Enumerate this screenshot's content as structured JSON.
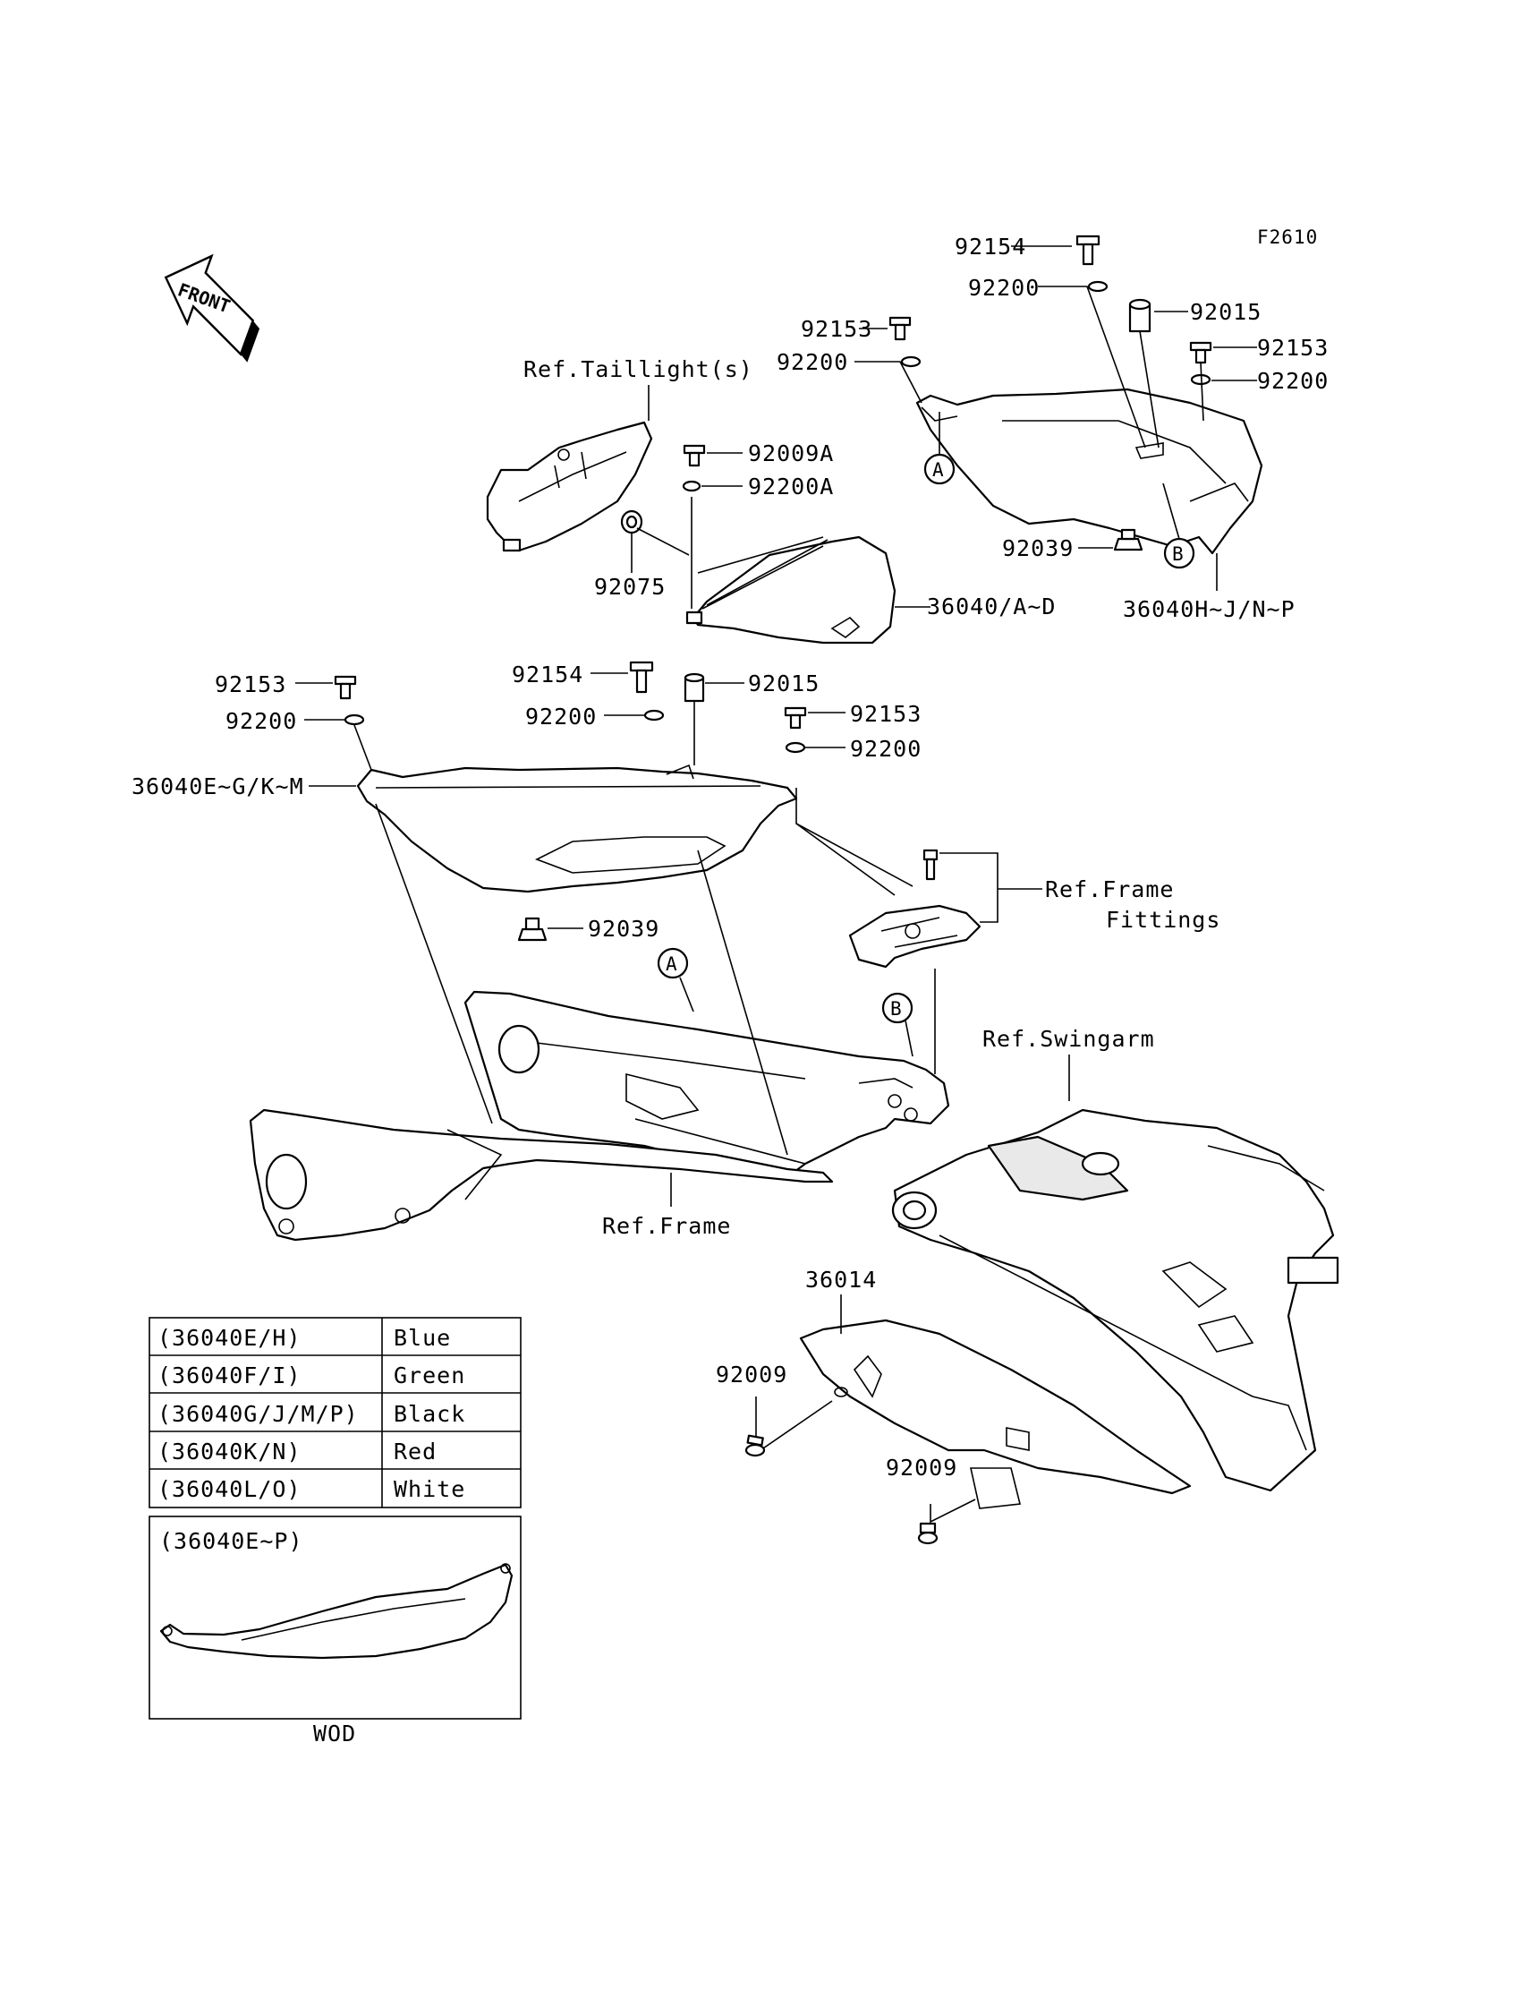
{
  "figure_code": "F2610",
  "front_arrow": {
    "text": "FRONT",
    "icon": "front-arrow-icon"
  },
  "callouts": {
    "92154_top": "92154",
    "92200_top": "92200",
    "92015_top": "92015",
    "92153_top": "92153",
    "92200_top2": "92200",
    "92153_right": "92153",
    "92200_right": "92200",
    "ref_taillight": "Ref.Taillight(s)",
    "92009A": "92009A",
    "92200A": "92200A",
    "92075": "92075",
    "36040_AD": "36040/A~D",
    "92039_right": "92039",
    "36040_HJNP": "36040H~J/N~P",
    "92153_left": "92153",
    "92200_left": "92200",
    "36040_EGKM": "36040E~G/K~M",
    "92154_mid": "92154",
    "92015_mid": "92015",
    "92200_mid": "92200",
    "92153_mid": "92153",
    "92200_mid2": "92200",
    "ref_frame_fittings_1": "Ref.Frame",
    "ref_frame_fittings_2": "Fittings",
    "92039_mid": "92039",
    "ref_swingarm": "Ref.Swingarm",
    "ref_frame": "Ref.Frame",
    "36014": "36014",
    "92009_a": "92009",
    "92009_b": "92009"
  },
  "markers": {
    "A_top": "A",
    "B_top": "B",
    "A_frame": "A",
    "B_frame": "B"
  },
  "color_table": {
    "rows": [
      {
        "code": "(36040E/H)",
        "color": "Blue"
      },
      {
        "code": "(36040F/I)",
        "color": "Green"
      },
      {
        "code": "(36040G/J/M/P)",
        "color": "Black"
      },
      {
        "code": "(36040K/N)",
        "color": "Red"
      },
      {
        "code": "(36040L/O)",
        "color": "White"
      }
    ]
  },
  "inset": {
    "title": "(36040E~P)",
    "caption": "WOD"
  }
}
